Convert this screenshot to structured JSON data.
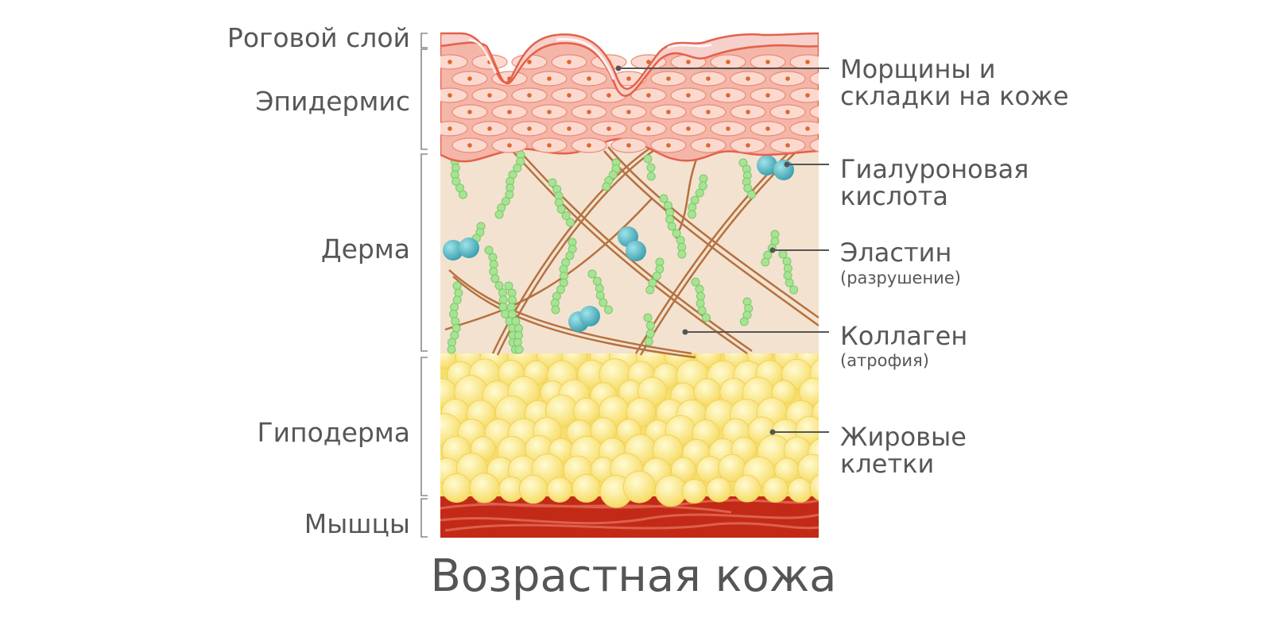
{
  "layers": {
    "stratum_corneum": "Роговой слой",
    "epidermis": "Эпидермис",
    "dermis": "Дерма",
    "hypodermis": "Гиподерма",
    "muscles": "Мышцы"
  },
  "callouts": {
    "wrinkles_line1": "Морщины и",
    "wrinkles_line2": "складки на коже",
    "hyaluronic_line1": "Гиалуроновая",
    "hyaluronic_line2": "кислота",
    "elastin": "Эластин",
    "elastin_note": "(разрушение)",
    "collagen": "Коллаген",
    "collagen_note": "(атрофия)",
    "fat_line1": "Жировые",
    "fat_line2": "клетки"
  },
  "caption": "Возрастная кожа",
  "colors": {
    "text": "#575757",
    "bracket": "#8a8a8a",
    "corneum": "#f3c2bd",
    "epidermis": "#f4b6a8",
    "cell_nucleus": "#e0662e",
    "dermis": "#f3e2d0",
    "collagen": "#b5713f",
    "elastin": "#9ee08c",
    "hyaluronic": "#4fb3c0",
    "fat": "#f8e37a",
    "muscle": "#c0281a"
  }
}
